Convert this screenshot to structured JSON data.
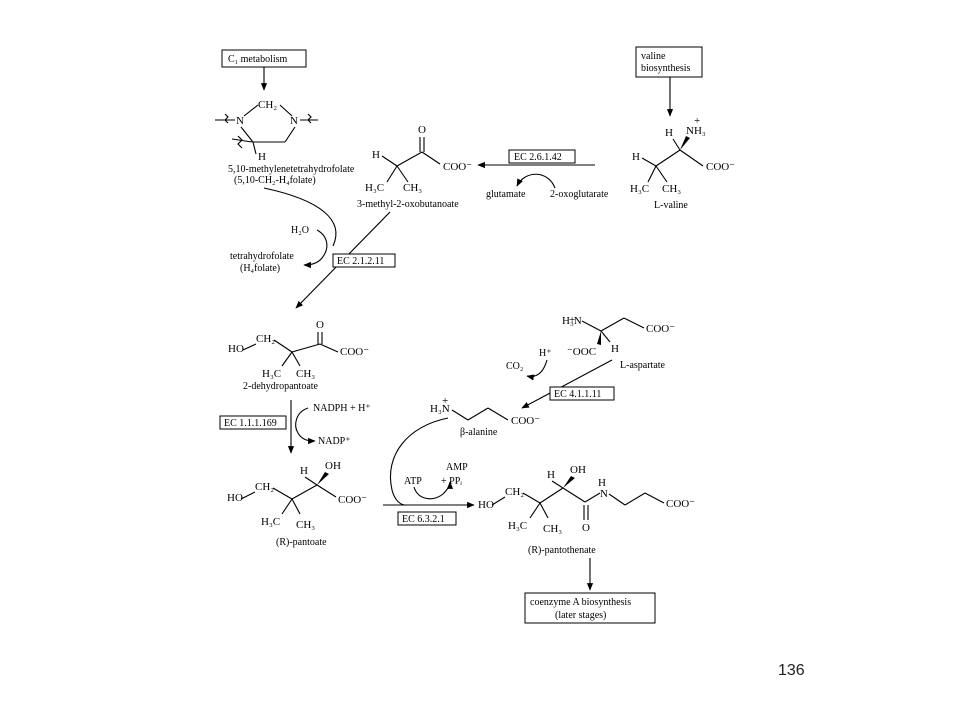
{
  "boxes": {
    "c1_metabolism": "C₁ metabolism",
    "valine_biosynthesis_1": "valine",
    "valine_biosynthesis_2": "biosynthesis",
    "coa_1": "coenzyme A biosynthesis",
    "coa_2": "(later stages)"
  },
  "enzymes": {
    "ec_26142": "EC 2.6.1.42",
    "ec_21211": "EC 2.1.2.11",
    "ec_111169": "EC 1.1.1.169",
    "ec_41111": "EC 4.1.1.11",
    "ec_6321": "EC 6.3.2.1"
  },
  "compounds": {
    "methylene_thf_1": "5,10-methylenetetrahydrofolate",
    "methylene_thf_2": "(5,10-CH₂-H₄folate)",
    "oxobutanoate": "3-methyl-2-oxobutanoate",
    "valine": "L-valine",
    "thf_1": "tetrahydrofolate",
    "thf_2": "(H₄folate)",
    "dehydropantoate": "2-dehydropantoate",
    "aspartate": "L-aspartate",
    "beta_alanine": "β-alanine",
    "pantoate": "(R)-pantoate",
    "pantothenate": "(R)-pantothenate"
  },
  "cofactors": {
    "glutamate": "glutamate",
    "oxoglutarate": "2-oxoglutarate",
    "water": "H₂O",
    "nadph": "NADPH + H⁺",
    "nadp": "NADP⁺",
    "co2": "CO₂",
    "hplus": "H⁺",
    "atp": "ATP",
    "amp": "AMP",
    "ppi": "+ PPᵢ"
  },
  "page_number": "136"
}
